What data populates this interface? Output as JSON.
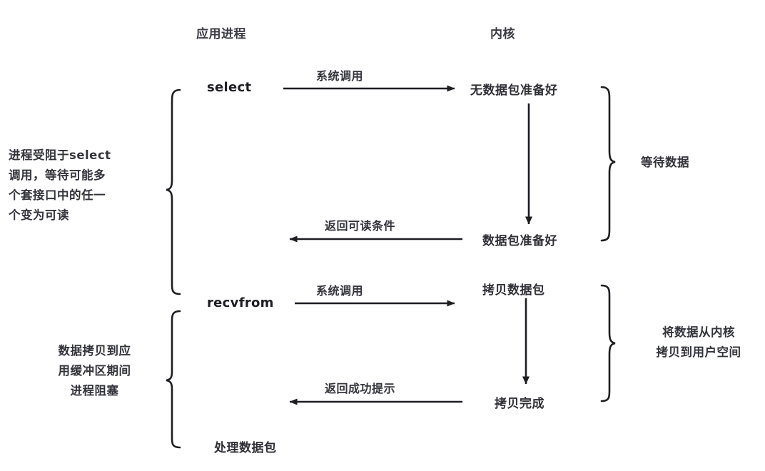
{
  "diagram": {
    "title_columns": {
      "app_process": "应用进程",
      "kernel": "内核"
    },
    "calls": {
      "select": "select",
      "recvfrom": "recvfrom"
    },
    "kernel_states": {
      "no_datagram_ready": "无数据包准备好",
      "datagram_ready": "数据包准备好",
      "copy_datagram": "拷贝数据包",
      "copy_complete": "拷贝完成"
    },
    "arrows": {
      "syscall_1": "系统调用",
      "return_readable": "返回可读条件",
      "syscall_2": "系统调用",
      "return_success": "返回成功提示"
    },
    "app_notes": {
      "blocked_in_select": "进程受阻于select\n调用，等待可能多\n个套接口中的任一\n个变为可读",
      "blocked_in_copy": "数据拷贝到应\n用缓冲区期间\n进程阻塞"
    },
    "kernel_notes": {
      "wait_for_data": "等待数据",
      "copy_to_user": "将数据从内核\n拷贝到用户空间"
    },
    "footer": {
      "process_datagram": "处理数据包"
    },
    "colors": {
      "background": "#ffffff",
      "stroke": "#1d1d22",
      "text": "#2f2f36"
    }
  }
}
